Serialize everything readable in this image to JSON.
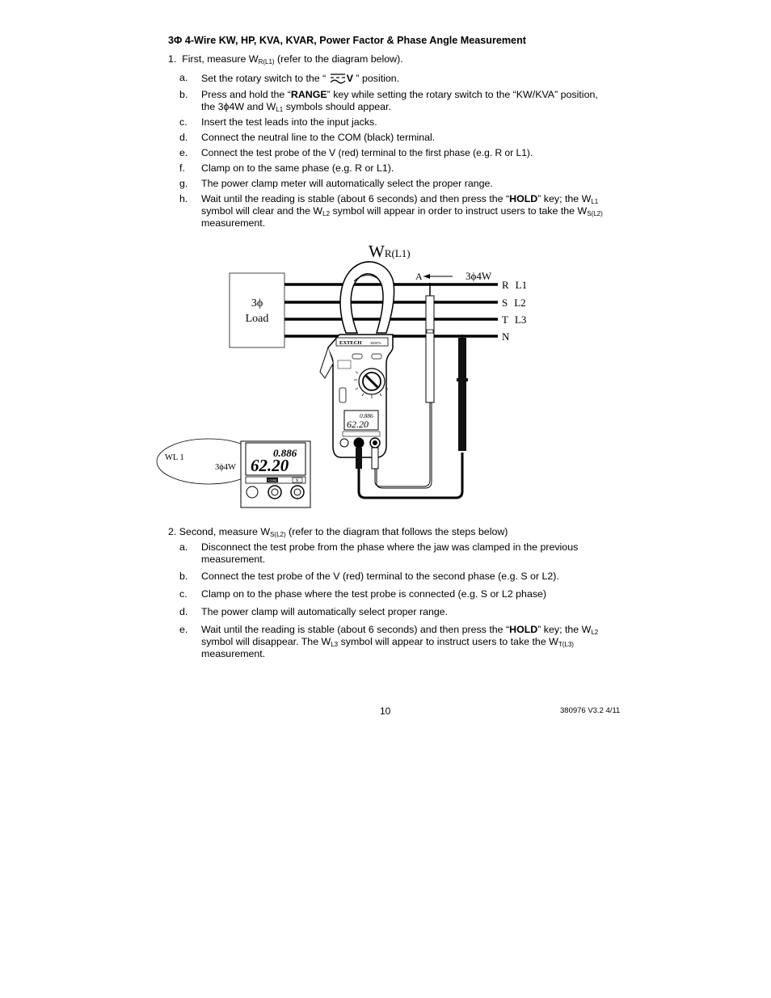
{
  "header": {
    "title": "3Φ 4-Wire KW, HP, KVA, KVAR, Power Factor & Phase Angle Measurement"
  },
  "section1": {
    "number": "1.",
    "lead": "First, measure W",
    "lead_sub": "R(L1)",
    "lead_rest": " (refer to the diagram below).",
    "items": {
      "a": {
        "letter": "a.",
        "pre": "Set the rotary switch to the “ ",
        "symbol": "V",
        "post": " ” position."
      },
      "b": {
        "letter": "b.",
        "pre": "Press and hold the “",
        "bold": "RANGE",
        "post": "” key while setting the rotary switch to the “KW/KVA” position,",
        "line2_pre": "the 3ϕ4W and W",
        "line2_sub": "L1",
        "line2_post": " symbols should appear."
      },
      "c": {
        "letter": "c.",
        "text": "Insert the test leads into the input jacks."
      },
      "d": {
        "letter": "d.",
        "text": "Connect the neutral line to the COM (black) terminal."
      },
      "e": {
        "letter": "e.",
        "text": "Connect the test probe of the V (red) terminal to the first phase (e.g. R or L1)."
      },
      "f": {
        "letter": "f.",
        "text": "Clamp on to the same phase (e.g. R or L1)."
      },
      "g": {
        "letter": "g.",
        "text": "The power clamp meter will automatically select the proper range."
      },
      "h": {
        "letter": "h.",
        "pre": "Wait until the reading is stable (about 6 seconds) and then press the “",
        "bold": "HOLD",
        "post": "” key; the W",
        "sub1": "L1",
        "line2_pre": "symbol will clear and the W",
        "line2_sub": "L2",
        "line2_mid": " symbol will appear in order to instruct users to take the W",
        "line2_sub2": "S(L2)",
        "line3": "measurement."
      }
    }
  },
  "diagram": {
    "caption_main": "W",
    "caption_sub": "R(L1)",
    "load_line1": "3ϕ",
    "load_line2": "Load",
    "arrow_label": "A",
    "system_label": "3ϕ4W",
    "phases": [
      {
        "letter": "R",
        "line": "L1"
      },
      {
        "letter": "S",
        "line": "L2"
      },
      {
        "letter": "T",
        "line": "L3"
      },
      {
        "letter": "N",
        "line": ""
      }
    ],
    "meter_brand": "EXTECH",
    "meter_model": "380976",
    "display_small": "0.886",
    "display_big": "62.20",
    "callout_label": "WL   1",
    "callout_mode": "3ϕ4W",
    "key_labels": [
      "COM",
      "V"
    ]
  },
  "section2": {
    "number": "2.",
    "lead": "Second, measure W",
    "lead_sub": "S(L2)",
    "lead_rest": " (refer to the diagram that follows the steps below)",
    "items": {
      "a": {
        "letter": "a.",
        "line1": "Disconnect the test probe from the phase where the jaw was clamped in the previous",
        "line2": "measurement."
      },
      "b": {
        "letter": "b.",
        "text": "Connect the test probe of the V (red) terminal to the second phase (e.g. S or L2)."
      },
      "c": {
        "letter": "c.",
        "text": "Clamp on to the phase where the test probe is connected (e.g. S or L2 phase)"
      },
      "d": {
        "letter": "d.",
        "text": "The power clamp will automatically select proper range."
      },
      "e": {
        "letter": "e.",
        "pre": "Wait until the reading is stable (about 6 seconds) and then press the “",
        "bold": "HOLD",
        "post": "” key; the W",
        "sub1": "L2",
        "line2_pre": "symbol will disappear. The W",
        "line2_sub": "L3",
        "line2_mid": " symbol will appear to instruct users to take the W",
        "line2_sub2": "T(L3)",
        "line3": "measurement."
      }
    }
  },
  "footer": {
    "page_number": "10",
    "doc_code": "380976  V3.2  4/11"
  }
}
